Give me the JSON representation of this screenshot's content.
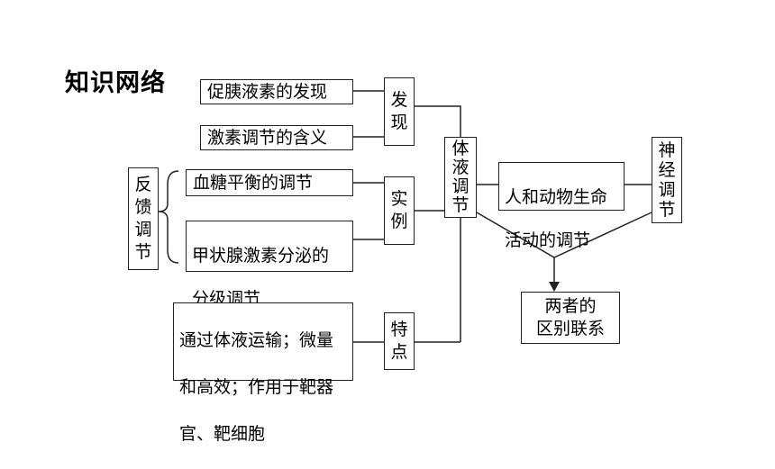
{
  "title": "知识网络",
  "nodes": {
    "insulin_discovery": "促胰液素的发现",
    "hormone_meaning": "激素调节的含义",
    "discovery": [
      "发",
      "现"
    ],
    "blood_sugar": "血糖平衡的调节",
    "thyroid": [
      "甲状腺激素分泌的",
      "分级调节"
    ],
    "example": [
      "实",
      "例"
    ],
    "feedback": [
      "反",
      "馈",
      "调",
      "节"
    ],
    "features_text": [
      "通过体液运输；微量",
      "和高效；作用于靶器",
      "官、靶细胞"
    ],
    "features": [
      "特",
      "点"
    ],
    "humoral": [
      "体",
      "液",
      "调",
      "节"
    ],
    "life_activity": [
      "人和动物生命",
      "活动的调节"
    ],
    "neural": [
      "神",
      "经",
      "调",
      "节"
    ],
    "difference": [
      "两者的",
      "区别联系"
    ]
  }
}
